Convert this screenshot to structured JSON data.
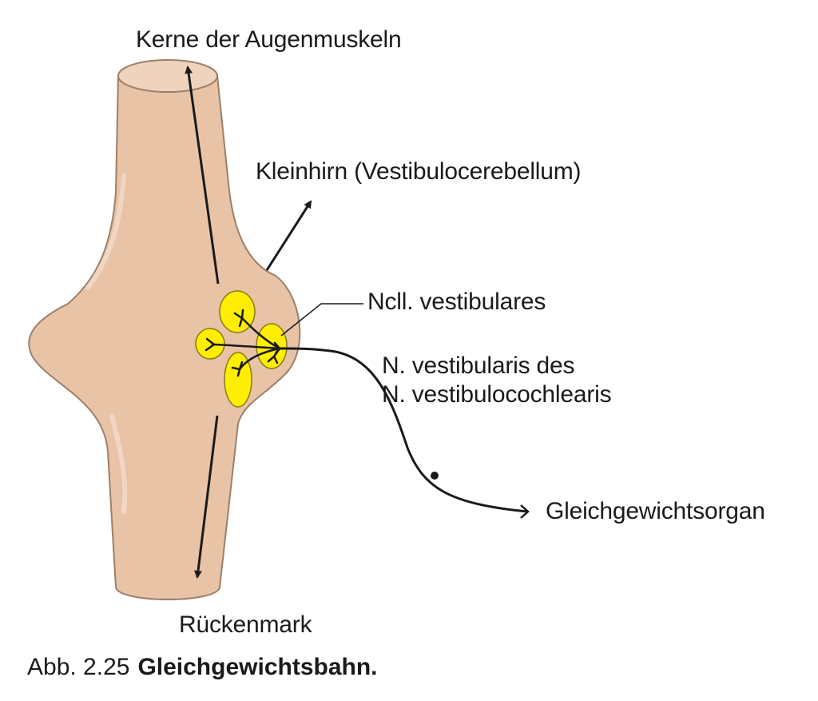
{
  "labels": {
    "eye_muscle_nuclei": "Kerne der Augenmuskeln",
    "cerebellum": "Kleinhirn (Vestibulocerebellum)",
    "vestibular_nuclei": "Ncll. vestibulares",
    "vestibular_nerve_line1": "N. vestibularis des",
    "vestibular_nerve_line2": "N. vestibulocochlearis",
    "balance_organ": "Gleichgewichtsorgan",
    "spinal_cord": "Rückenmark"
  },
  "caption": {
    "number": "Abb. 2.25",
    "title": "Gleichgewichtsbahn."
  },
  "colors": {
    "brainstem_fill": "#e8c3a6",
    "brainstem_stroke": "#9c7f6b",
    "nucleus_fill": "#ffee00",
    "line": "#1a1a1a"
  }
}
